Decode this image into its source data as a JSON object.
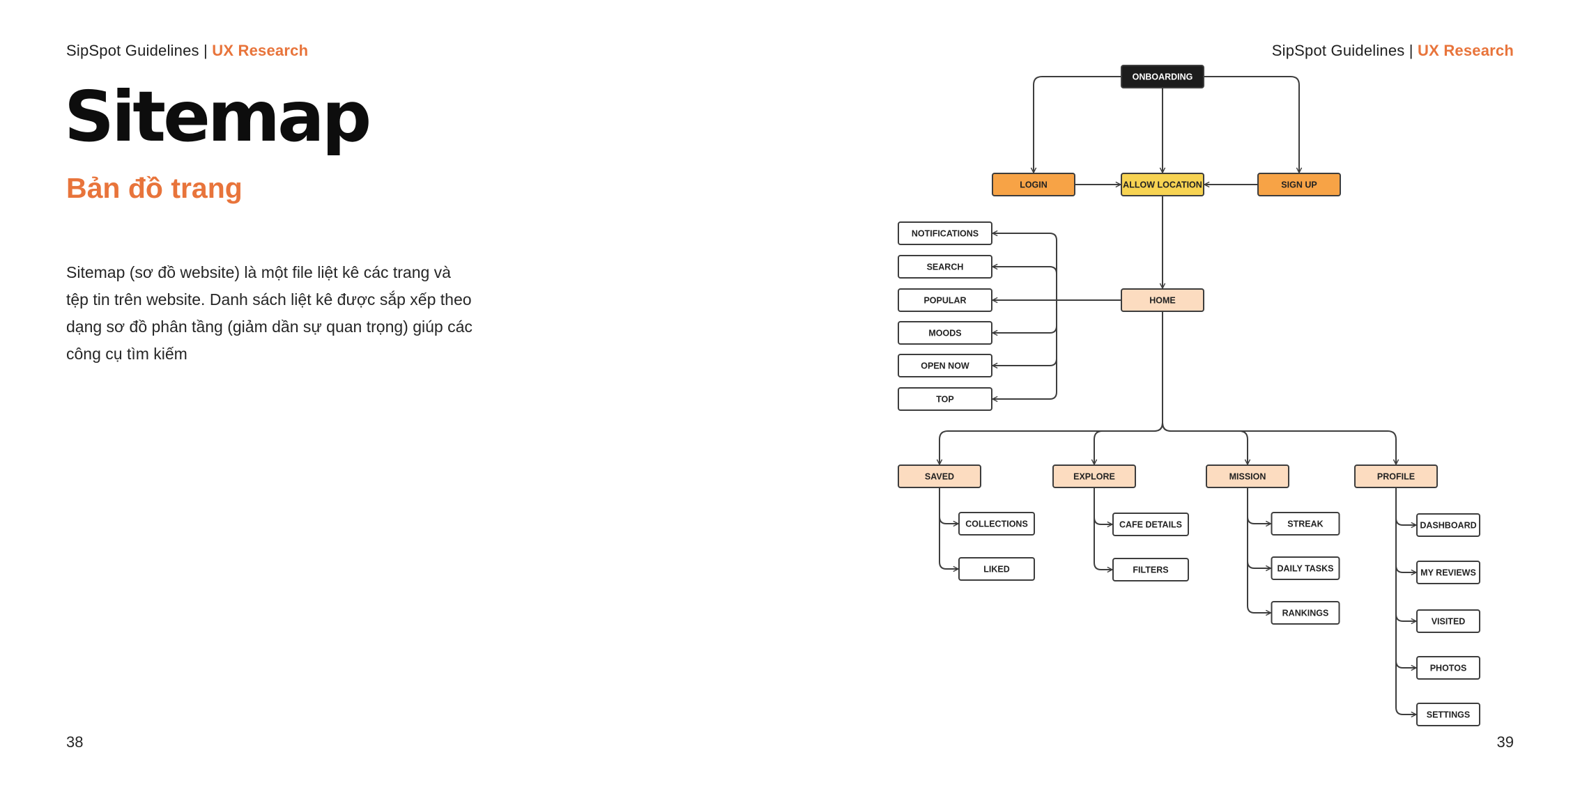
{
  "header": {
    "brand": "SipSpot Guidelines",
    "separator": " | ",
    "section": "UX Research"
  },
  "title": "Sitemap",
  "subtitle": "Bản đồ trang",
  "description": "Sitemap (sơ đồ website) là một file liệt kê các trang và tệp tin trên website. Danh sách liệt kê được sắp xếp theo dạng sơ đồ phân tầng (giảm dần sự quan trọng) giúp các công cụ tìm kiếm",
  "page_numbers": {
    "left": "38",
    "right": "39"
  },
  "colors": {
    "accent": "#e8743b",
    "root": "#1c1c1c",
    "auth": "#f7a346",
    "location": "#f7d352",
    "main": "#fcdcc0",
    "leaf": "#ffffff",
    "stroke": "#3d3d3d"
  },
  "sitemap": {
    "nodes": [
      {
        "id": "onboarding",
        "label": "ONBOARDING",
        "style": "root"
      },
      {
        "id": "login",
        "label": "LOGIN",
        "style": "auth"
      },
      {
        "id": "allow-location",
        "label": "ALLOW LOCATION",
        "style": "location"
      },
      {
        "id": "sign-up",
        "label": "SIGN UP",
        "style": "auth"
      },
      {
        "id": "home",
        "label": "HOME",
        "style": "main"
      },
      {
        "id": "notifications",
        "label": "NOTIFICATIONS",
        "style": "leaf"
      },
      {
        "id": "search",
        "label": "SEARCH",
        "style": "leaf"
      },
      {
        "id": "popular",
        "label": "POPULAR",
        "style": "leaf"
      },
      {
        "id": "moods",
        "label": "MOODS",
        "style": "leaf"
      },
      {
        "id": "open-now",
        "label": "OPEN NOW",
        "style": "leaf"
      },
      {
        "id": "top",
        "label": "TOP",
        "style": "leaf"
      },
      {
        "id": "saved",
        "label": "SAVED",
        "style": "main"
      },
      {
        "id": "explore",
        "label": "EXPLORE",
        "style": "main"
      },
      {
        "id": "mission",
        "label": "MISSION",
        "style": "main"
      },
      {
        "id": "profile",
        "label": "PROFILE",
        "style": "main"
      },
      {
        "id": "collections",
        "label": "COLLECTIONS",
        "style": "leaf"
      },
      {
        "id": "liked",
        "label": "LIKED",
        "style": "leaf"
      },
      {
        "id": "cafe-details",
        "label": "CAFE DETAILS",
        "style": "leaf"
      },
      {
        "id": "filters",
        "label": "FILTERS",
        "style": "leaf"
      },
      {
        "id": "streak",
        "label": "STREAK",
        "style": "leaf"
      },
      {
        "id": "daily-tasks",
        "label": "DAILY TASKS",
        "style": "leaf"
      },
      {
        "id": "rankings",
        "label": "RANKINGS",
        "style": "leaf"
      },
      {
        "id": "dashboard",
        "label": "DASHBOARD",
        "style": "leaf"
      },
      {
        "id": "my-reviews",
        "label": "MY REVIEWS",
        "style": "leaf"
      },
      {
        "id": "visited",
        "label": "VISITED",
        "style": "leaf"
      },
      {
        "id": "photos",
        "label": "PHOTOS",
        "style": "leaf"
      },
      {
        "id": "settings",
        "label": "SETTINGS",
        "style": "leaf"
      }
    ],
    "edges": [
      [
        "onboarding",
        "login"
      ],
      [
        "onboarding",
        "allow-location"
      ],
      [
        "onboarding",
        "sign-up"
      ],
      [
        "login",
        "allow-location"
      ],
      [
        "sign-up",
        "allow-location"
      ],
      [
        "allow-location",
        "home"
      ],
      [
        "home",
        "notifications"
      ],
      [
        "home",
        "search"
      ],
      [
        "home",
        "popular"
      ],
      [
        "home",
        "moods"
      ],
      [
        "home",
        "open-now"
      ],
      [
        "home",
        "top"
      ],
      [
        "home",
        "saved"
      ],
      [
        "home",
        "explore"
      ],
      [
        "home",
        "mission"
      ],
      [
        "home",
        "profile"
      ],
      [
        "saved",
        "collections"
      ],
      [
        "saved",
        "liked"
      ],
      [
        "explore",
        "cafe-details"
      ],
      [
        "explore",
        "filters"
      ],
      [
        "mission",
        "streak"
      ],
      [
        "mission",
        "daily-tasks"
      ],
      [
        "mission",
        "rankings"
      ],
      [
        "profile",
        "dashboard"
      ],
      [
        "profile",
        "my-reviews"
      ],
      [
        "profile",
        "visited"
      ],
      [
        "profile",
        "photos"
      ],
      [
        "profile",
        "settings"
      ]
    ]
  }
}
